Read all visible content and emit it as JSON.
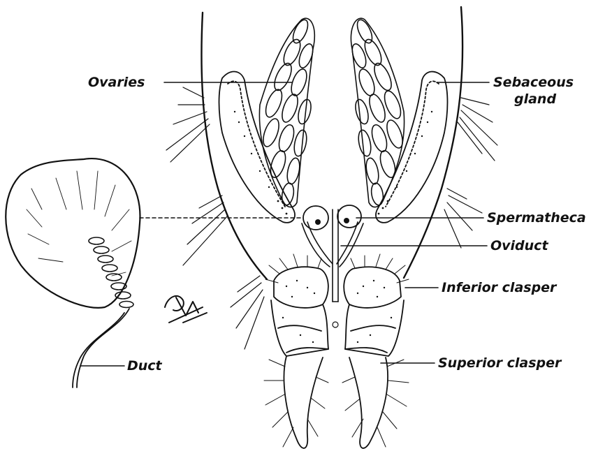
{
  "diagram": {
    "labels": {
      "ovaries": "Ovaries",
      "sebaceous_line1": "Sebaceous",
      "sebaceous_line2": "gland",
      "spermatheca": "Spermatheca",
      "oviduct": "Oviduct",
      "inferior_clasper": "Inferior clasper",
      "superior_clasper": "Superior clasper",
      "duct": "Duct"
    }
  },
  "colors": {
    "ink": "#111111",
    "paper": "#ffffff"
  }
}
